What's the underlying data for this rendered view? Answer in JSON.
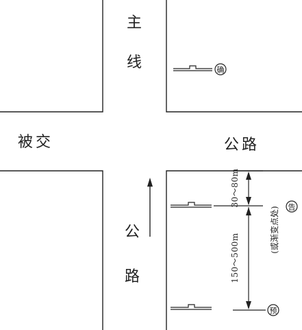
{
  "labels": {
    "main_line_1": "主",
    "main_line_2": "线",
    "crossed_road_left": "被交",
    "crossed_road_right": "公路",
    "road_vertical_1": "公",
    "road_vertical_2": "路",
    "distance_near": "30～80m",
    "distance_far": "150～500m",
    "gradient_point": "(或渐变点处)"
  },
  "signs": {
    "confirm": "确",
    "notice": "告",
    "advance": "预"
  },
  "colors": {
    "line": "#222222",
    "background": "#ffffff"
  }
}
